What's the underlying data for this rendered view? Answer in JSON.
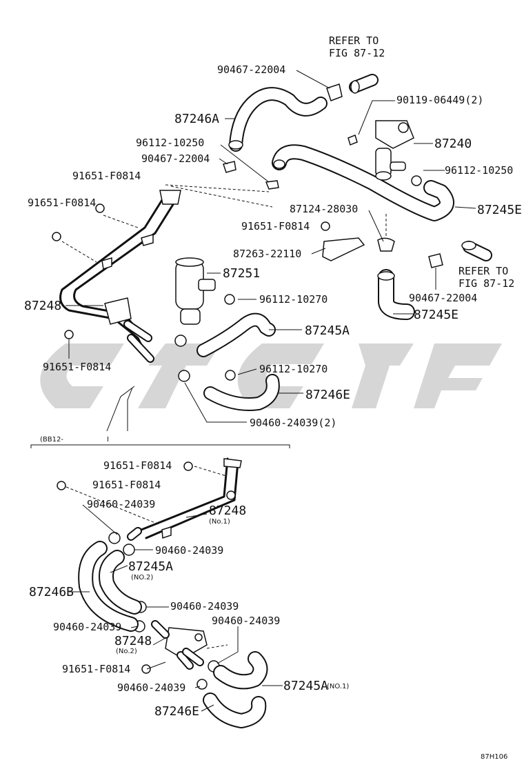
{
  "refer_top": {
    "line1": "REFER TO",
    "line2": "FIG 87-12"
  },
  "refer_right": {
    "line1": "REFER TO",
    "line2": "FIG 87-12"
  },
  "top_labels": {
    "p90467_a": "90467-22004",
    "p87246A": "87246A",
    "p90119": "90119-06449(2)",
    "p87240": "87240",
    "p96112_10250_a": "96112-10250",
    "p90467_b": "90467-22004",
    "p96112_10250_b": "96112-10250",
    "p91651_a": "91651-F0814",
    "p91651_b": "91651-F0814",
    "p87124": "87124-28030",
    "p87245E_a": "87245E",
    "p91651_c": "91651-F0814",
    "p87263": "87263-22110",
    "p87251": "87251",
    "p96112_10270_a": "96112-10270",
    "p90467_c": "90467-22004",
    "p87248": "87248",
    "p87245E_b": "87245E",
    "p87245A": "87245A",
    "p91651_d": "91651-F0814",
    "p96112_10270_b": "96112-10270",
    "p87246E": "87246E",
    "p90460_2": "90460-24039(2)"
  },
  "section_label": "(BB12-",
  "section_tick": "I",
  "bottom_labels": {
    "p91651_e": "91651-F0814",
    "p91651_f": "91651-F0814",
    "p90460_a": "90460-24039",
    "p87248_no1": "87248",
    "no1": "(No.1)",
    "p90460_b": "90460-24039",
    "p87245A_no2": "87245A",
    "no2": "(NO.2)",
    "p87246B": "87246B",
    "p90460_c": "90460-24039",
    "p90460_d": "90460-24039",
    "p90460_e": "90460-24039",
    "p87248_no2": "87248",
    "no2b": "(No.2)",
    "p91651_g": "91651-F0814",
    "p87245A_no1": "87245A",
    "no1b": "(NO.1)",
    "p90460_f": "90460-24039",
    "p87246E_b": "87246E"
  },
  "code": "87H106"
}
